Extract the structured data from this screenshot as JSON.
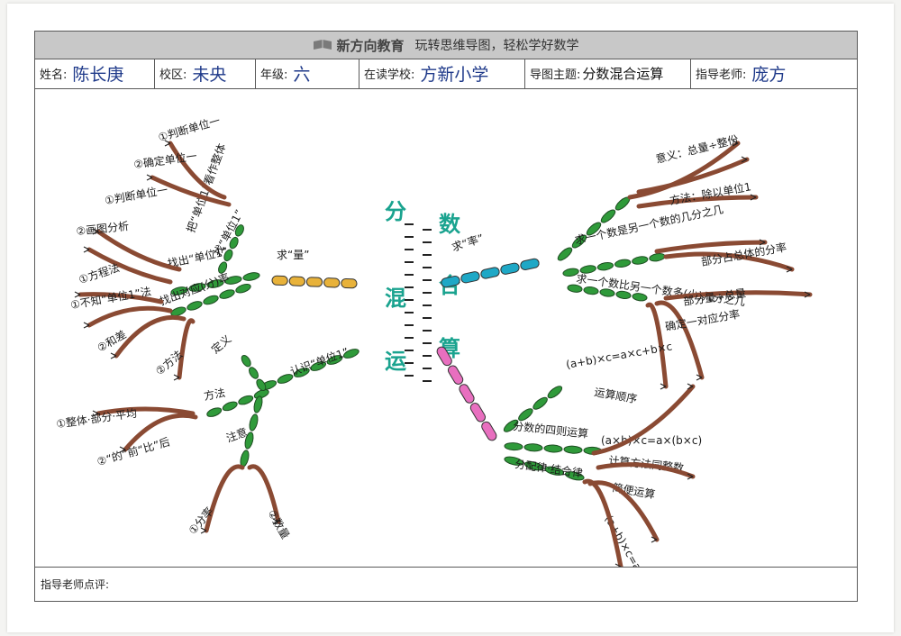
{
  "header": {
    "brand": "新方向教育",
    "slogan": "玩转思维导图，轻松学好数学"
  },
  "info": {
    "name_label": "姓名:",
    "name_value": "陈长庚",
    "campus_label": "校区:",
    "campus_value": "未央",
    "grade_label": "年级:",
    "grade_value": "六",
    "school_label": "在读学校:",
    "school_value": "方新小学",
    "theme_label": "导图主题:",
    "theme_value": "分数混合运算",
    "teacher_label": "指导老师:",
    "teacher_value": "庞方"
  },
  "map": {
    "center_left": [
      "分",
      "混",
      "运"
    ],
    "center_right": [
      "数",
      "合",
      "算"
    ],
    "branch_liang": {
      "label": "求“量”",
      "sub": [
        {
          "label": "找“单位1”",
          "items": [
            "①判断单位一",
            "②确定单位一"
          ]
        },
        {
          "label": "找出“单位1”",
          "items": [
            "①判断单位一",
            "②画图分析"
          ]
        },
        {
          "label": "找出对应(分)率",
          "items": [
            "①方程法",
            "①不知“单位1”法"
          ]
        },
        {
          "label": "把“单位1”看作整体",
          "items": [
            "②和差",
            "②方法"
          ]
        }
      ]
    },
    "branch_lv": {
      "label": "求“率”",
      "sub": [
        {
          "label": "求一个数是另一个数的几分之几",
          "items": [
            "意义：总量÷整份",
            "方法：除以单位1"
          ]
        },
        {
          "label": "求一个数比另一个数多(少)几分之几",
          "items": [
            "部分占总体的分率",
            "部分量÷总量",
            "确定一对应分率"
          ]
        }
      ]
    },
    "branch_fa": {
      "label": "认识“单位1”",
      "sub": [
        {
          "label": "方法",
          "items": [
            "①整体·部分·平均",
            "②“的”前“比”后"
          ]
        },
        {
          "label": "注意",
          "items": [
            "①分率",
            "②数量"
          ]
        }
      ],
      "extra": "定义"
    },
    "branch_suan": {
      "label": "算",
      "sub": [
        {
          "label": "运算顺序",
          "items": [
            "(a+b)×c=a×c+b×c",
            "运算顺序"
          ]
        },
        {
          "label": "分数的四则运算",
          "items": [
            "(a×b)×c=a×(b×c)",
            "计算方法同整数"
          ]
        },
        {
          "label": "分配律·结合律",
          "items": [
            "简便运算",
            "(a+b)×c=a×c+b×c"
          ]
        }
      ]
    }
  },
  "footer": {
    "comment_label": "指导老师点评:"
  },
  "colors": {
    "branch_brown": "#8a4a33",
    "leaf_green": "#2f9a3a",
    "cap_yellow": "#e8b23a",
    "cap_blue": "#1ea8c6",
    "cap_pink": "#e86fbf",
    "title_teal": "#1aa38f"
  }
}
